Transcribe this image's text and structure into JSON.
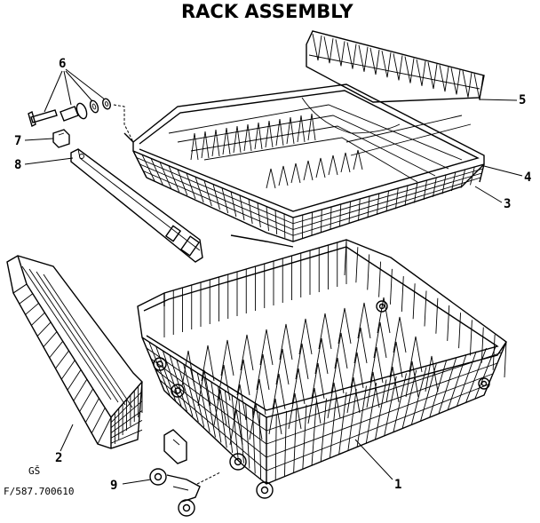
{
  "title": "RACK ASSEMBLY",
  "footer": {
    "mark": "GŠ",
    "code": "F/587.700610"
  },
  "callouts": [
    {
      "id": "1",
      "label": "1"
    },
    {
      "id": "2",
      "label": "2"
    },
    {
      "id": "3",
      "label": "3"
    },
    {
      "id": "4",
      "label": "4"
    },
    {
      "id": "5",
      "label": "5"
    },
    {
      "id": "6",
      "label": "6"
    },
    {
      "id": "7",
      "label": "7"
    },
    {
      "id": "8",
      "label": "8"
    },
    {
      "id": "9",
      "label": "9"
    }
  ]
}
